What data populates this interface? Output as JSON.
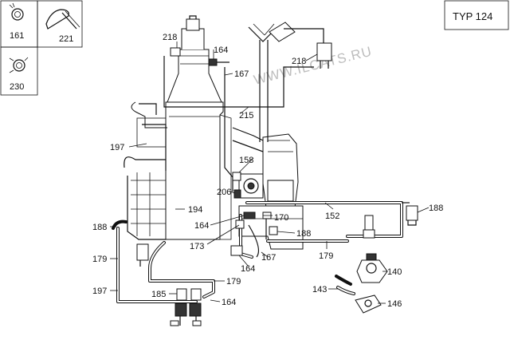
{
  "header": {
    "type_label": "TYP 124",
    "watermark": "WWW.ILCATS.RU"
  },
  "legend_parts": {
    "p161": "161",
    "p221": "221",
    "p230": "230"
  },
  "callouts": {
    "c218a": "218",
    "c164a": "164",
    "c167a": "167",
    "c218b": "218",
    "c215": "215",
    "c197": "197",
    "c158": "158",
    "c206": "206",
    "c194": "194",
    "c188a": "188",
    "c164b": "164",
    "c170": "170",
    "c152": "152",
    "c188b": "188",
    "c188c": "188",
    "c173": "173",
    "c167b": "167",
    "c179a": "179",
    "c164c": "164",
    "c179b": "179",
    "c140": "140",
    "c197b": "197",
    "c185": "185",
    "c143": "143",
    "c179c": "179",
    "c164d": "164",
    "c146": "146"
  }
}
